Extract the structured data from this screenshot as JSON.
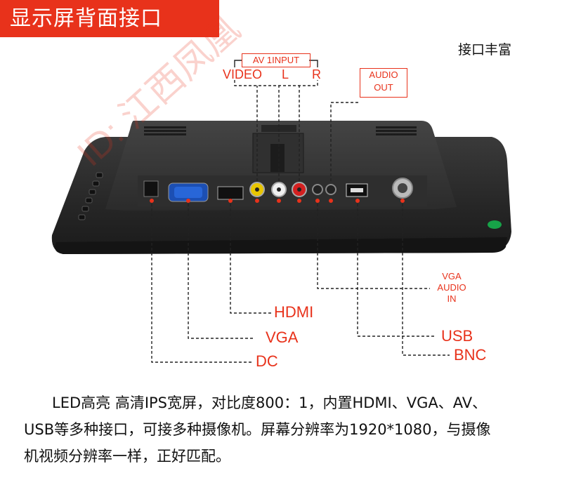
{
  "banner": {
    "title": "显示屏背面接口"
  },
  "tagline": "接口丰富",
  "labels": {
    "av_input": "AV 1INPUT",
    "video": "VIDEO",
    "left": "L",
    "right": "R",
    "audio_out_1": "AUDIO",
    "audio_out_2": "OUT",
    "vga_audio_1": "VGA",
    "vga_audio_2": "AUDIO",
    "vga_audio_3": "IN",
    "hdmi": "HDMI",
    "vga": "VGA",
    "dc": "DC",
    "usb": "USB",
    "bnc": "BNC"
  },
  "watermark": "ID: 江西凤凰",
  "description": {
    "line1": "LED高亮 高清IPS宽屏，对比度800：1，内置HDMI、VGA、AV、",
    "line2": "USB等多种接口，可接多种摄像机。屏幕分辨率为1920*1080，与摄像",
    "line3": "机视频分辨率一样，正好匹配。"
  },
  "colors": {
    "accent": "#e8321b",
    "panel": "#2a2a2a"
  }
}
